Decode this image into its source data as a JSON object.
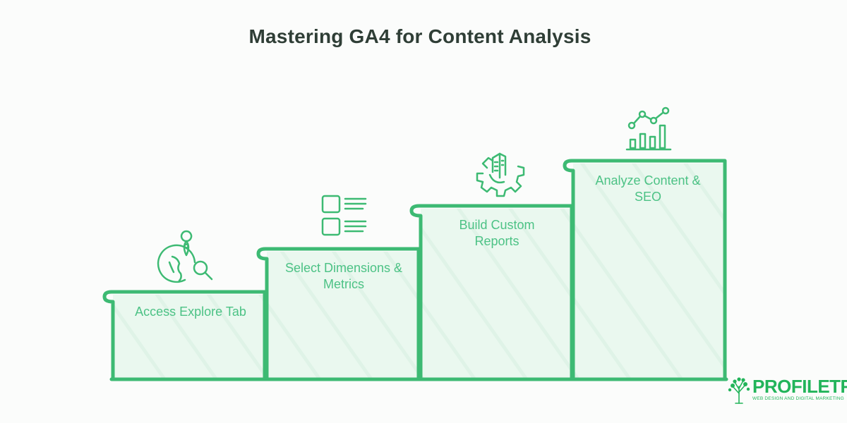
{
  "title": "Mastering GA4 for Content Analysis",
  "steps": [
    {
      "label": "Access Explore Tab",
      "icon": "globe-location-search-icon"
    },
    {
      "label": "Select Dimensions & Metrics",
      "icon": "checklist-icon"
    },
    {
      "label": "Build Custom Reports",
      "icon": "gear-report-icon"
    },
    {
      "label": "Analyze Content & SEO",
      "icon": "bar-line-chart-icon"
    }
  ],
  "logo": {
    "name": "PROFILETREE",
    "tagline": "WEB DESIGN AND DIGITAL MARKETING",
    "icon": "tree-icon"
  },
  "colors": {
    "stroke": "#3dba73",
    "fill": "#eaf8ef",
    "label": "#4cc285",
    "title": "#2f3e36",
    "logo": "#22b45a"
  }
}
